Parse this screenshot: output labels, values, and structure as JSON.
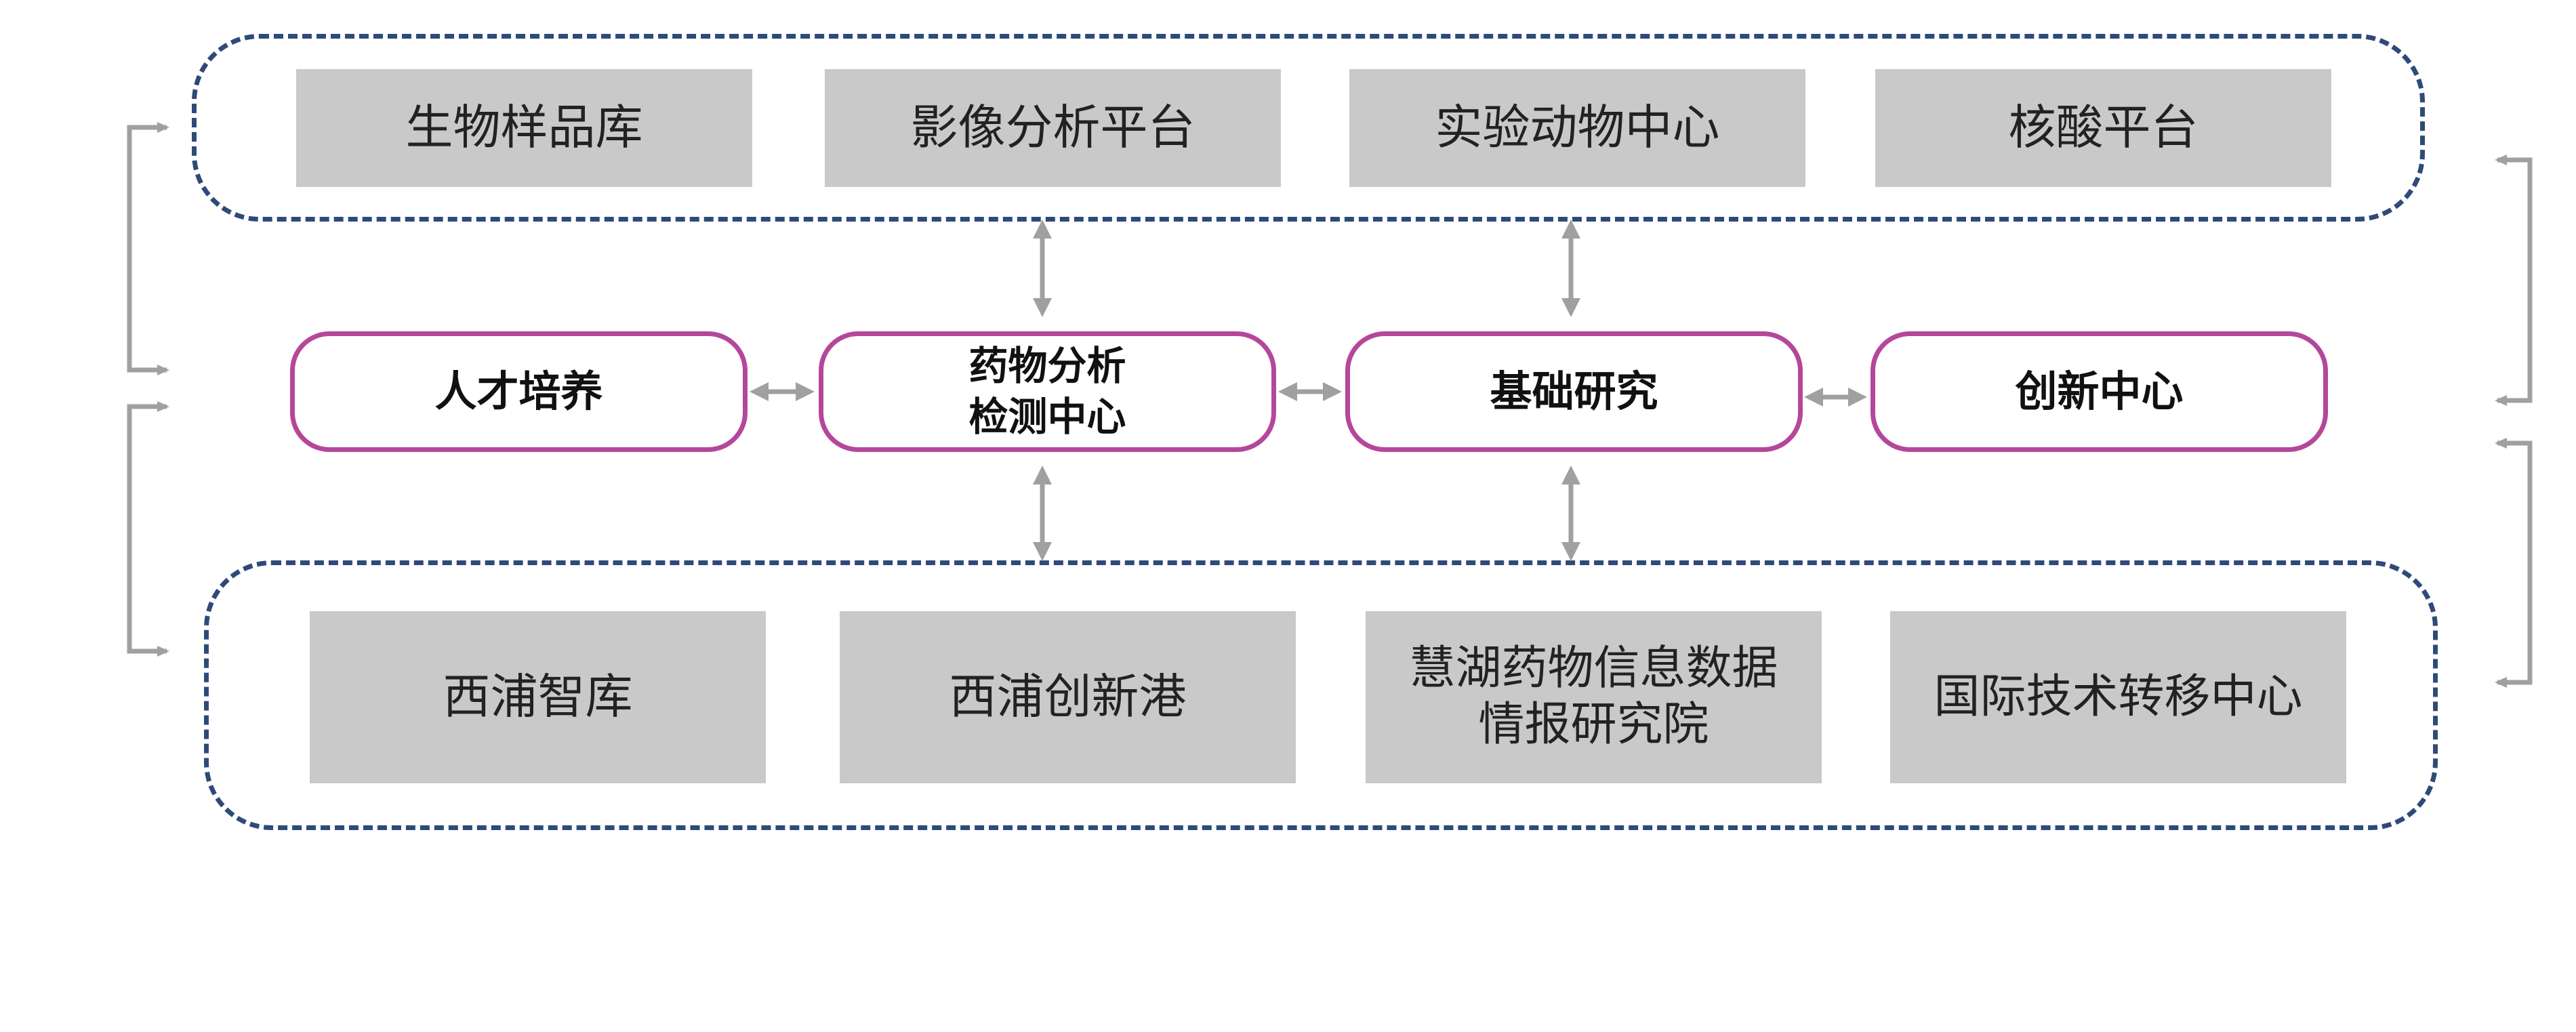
{
  "top_group": {
    "boxes": [
      "生物样品库",
      "影像分析平台",
      "实验动物中心",
      "核酸平台"
    ]
  },
  "center_row": {
    "nodes": [
      {
        "lines": [
          "人才培养"
        ]
      },
      {
        "lines": [
          "药物分析",
          "检测中心"
        ]
      },
      {
        "lines": [
          "基础研究"
        ]
      },
      {
        "lines": [
          "创新中心"
        ]
      }
    ]
  },
  "bottom_group": {
    "boxes": [
      {
        "lines": [
          "西浦智库"
        ]
      },
      {
        "lines": [
          "西浦创新港"
        ]
      },
      {
        "lines": [
          "慧湖药物信息数据",
          "情报研究院"
        ]
      },
      {
        "lines": [
          "国际技术转移中心"
        ]
      }
    ]
  },
  "colors": {
    "dashed_border": "#2e4a7a",
    "node_border": "#b5479b",
    "gray_box": "#c8c9c8",
    "connector": "#a0a0a0"
  }
}
